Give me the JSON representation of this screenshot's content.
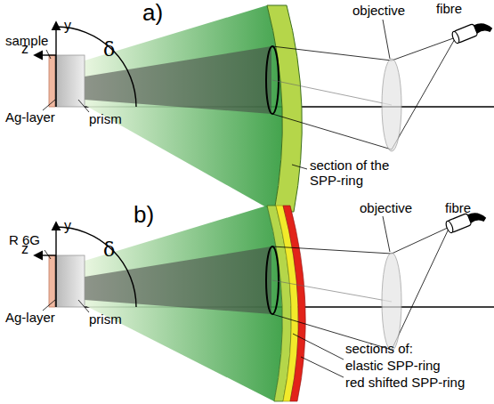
{
  "diagram": {
    "labels": [
      "a)",
      "y",
      "δ",
      "sample",
      "z",
      "Ag-layer",
      "prism",
      "objective",
      "fibre",
      "section of the SPP-ring",
      "b)",
      "y",
      "δ",
      "R 6G",
      "z",
      "Ag-layer",
      "prism",
      "objective",
      "fibre",
      "sections of:",
      "elastic SPP-ring",
      "red shifted SPP-ring"
    ]
  }
}
